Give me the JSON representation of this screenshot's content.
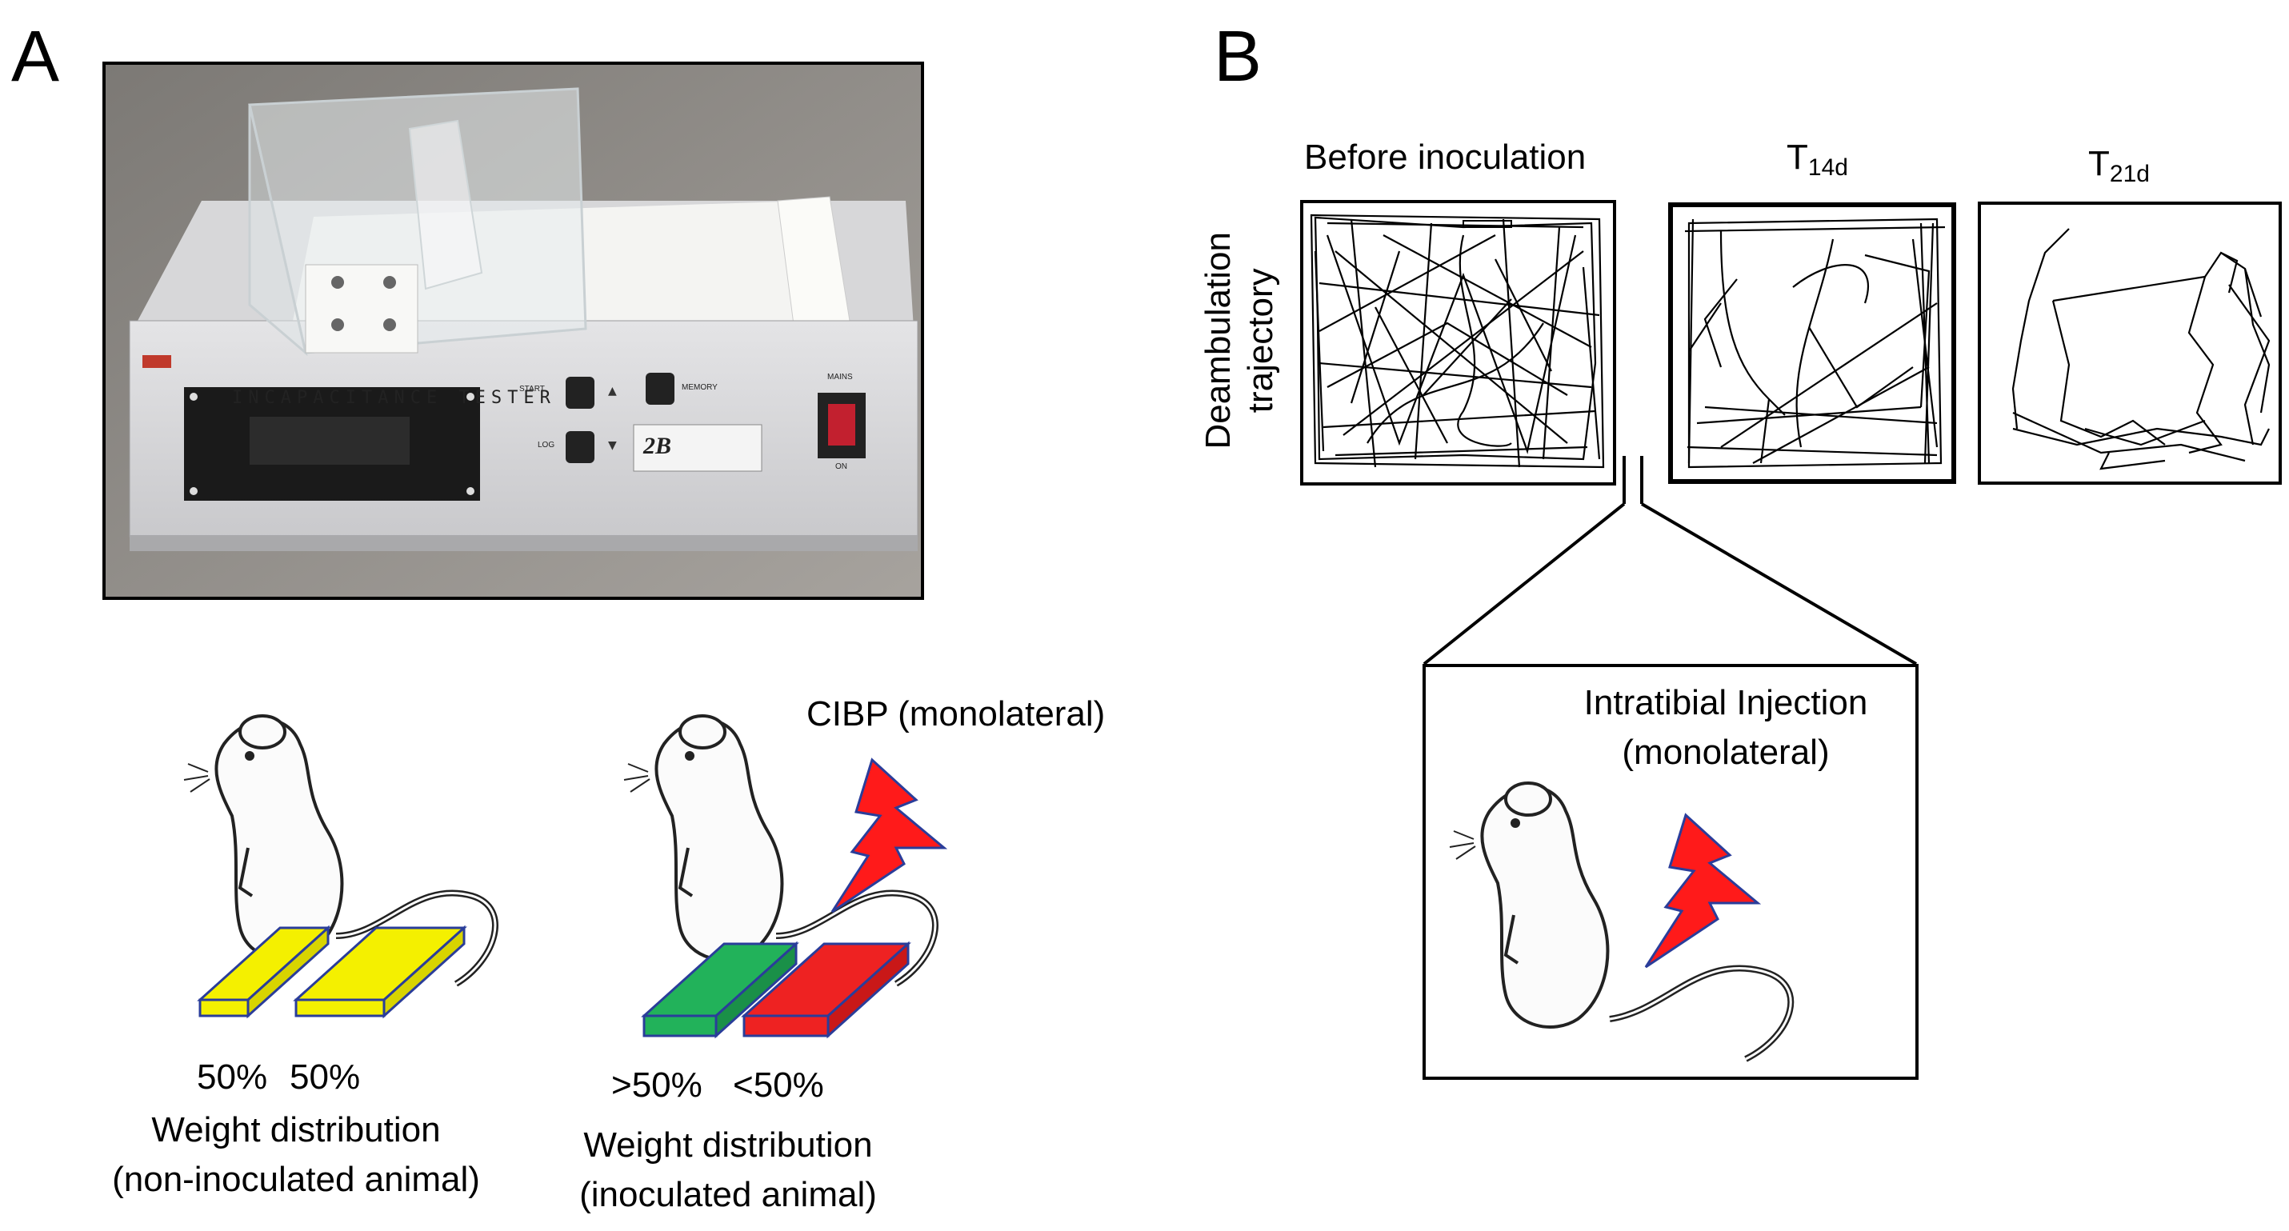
{
  "panel_a": {
    "letter": "A",
    "photo": {
      "device_label": "INCAPACITANCE TESTER",
      "brand": "2B",
      "buttons": [
        "START",
        "MEMORY",
        "LOG"
      ],
      "switch_labels": [
        "MAINS",
        "ON"
      ]
    },
    "left_rat": {
      "left_pct": "50%",
      "right_pct": "50%",
      "caption_line1": "Weight distribution",
      "caption_line2": "(non-inoculated animal)"
    },
    "right_rat": {
      "title": "CIBP (monolateral)",
      "left_pct": ">50%",
      "right_pct": "<50%",
      "caption_line1": "Weight distribution",
      "caption_line2": "(inoculated animal)"
    }
  },
  "panel_b": {
    "letter": "B",
    "ylabel_line1": "Deambulation",
    "ylabel_line2": "trajectory",
    "trajectories": [
      {
        "label": "Before inoculation"
      },
      {
        "label": "T",
        "sub": "14d"
      },
      {
        "label": "T",
        "sub": "21d"
      }
    ],
    "inset": {
      "line1": "Intratibial Injection",
      "line2": "(monolateral)"
    }
  },
  "colors": {
    "yellow_plate": "#f4f000",
    "green_plate": "#22b25a",
    "red_plate": "#ee2222",
    "plate_outline": "#2a3d9a",
    "bolt": "#ff1a1a"
  }
}
